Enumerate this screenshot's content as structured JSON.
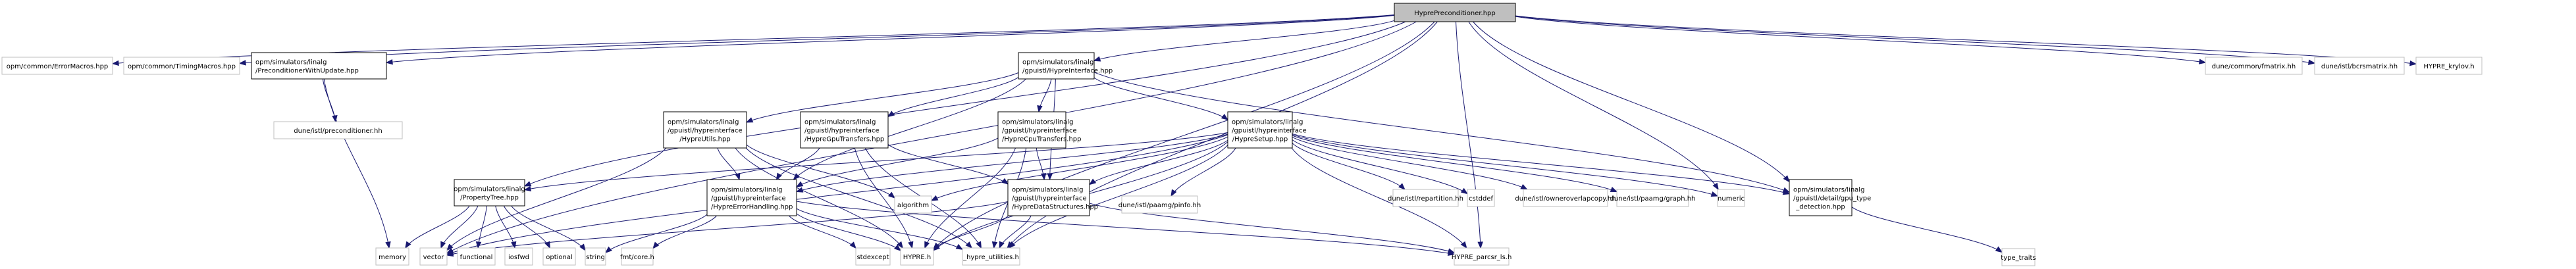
{
  "graph": {
    "title": "HyprePreconditioner.hpp",
    "colors": {
      "edge": "#191970",
      "root_fill": "#bfbfbf",
      "ext_border": "#bfbfbf",
      "int_border": "#000000"
    },
    "nodes": [
      {
        "id": "root",
        "kind": "root",
        "lines": [
          "HyprePreconditioner.hpp"
        ]
      },
      {
        "id": "errmacros",
        "kind": "ext",
        "lines": [
          "opm/common/ErrorMacros.hpp"
        ]
      },
      {
        "id": "timingmacros",
        "kind": "ext",
        "lines": [
          "opm/common/TimingMacros.hpp"
        ]
      },
      {
        "id": "precwithupdate",
        "kind": "int",
        "lines": [
          "opm/simulators/linalg",
          "/PreconditionerWithUpdate.hpp"
        ]
      },
      {
        "id": "preconditioner",
        "kind": "ext",
        "lines": [
          "dune/istl/preconditioner.hh"
        ]
      },
      {
        "id": "hypreinterface",
        "kind": "int",
        "lines": [
          "opm/simulators/linalg",
          "/gpuistl/HypreInterface.hpp"
        ]
      },
      {
        "id": "hypreutils",
        "kind": "int",
        "lines": [
          "opm/simulators/linalg",
          "/gpuistl/hypreinterface",
          "/HypreUtils.hpp"
        ]
      },
      {
        "id": "hypregpu",
        "kind": "int",
        "lines": [
          "opm/simulators/linalg",
          "/gpuistl/hypreinterface",
          "/HypreGpuTransfers.hpp"
        ]
      },
      {
        "id": "hyprecpu",
        "kind": "int",
        "lines": [
          "opm/simulators/linalg",
          "/gpuistl/hypreinterface",
          "/HypreCpuTransfers.hpp"
        ]
      },
      {
        "id": "hypresetup",
        "kind": "int",
        "lines": [
          "opm/simulators/linalg",
          "/gpuistl/hypreinterface",
          "/HypreSetup.hpp"
        ]
      },
      {
        "id": "propertytree",
        "kind": "int",
        "lines": [
          "opm/simulators/linalg",
          "/PropertyTree.hpp"
        ]
      },
      {
        "id": "hypreerror",
        "kind": "int",
        "lines": [
          "opm/simulators/linalg",
          "/gpuistl/hypreinterface",
          "/HypreErrorHandling.hpp"
        ]
      },
      {
        "id": "algorithm",
        "kind": "ext",
        "lines": [
          "algorithm"
        ]
      },
      {
        "id": "hypredata",
        "kind": "int",
        "lines": [
          "opm/simulators/linalg",
          "/gpuistl/hypreinterface",
          "/HypreDataStructures.hpp"
        ]
      },
      {
        "id": "pinfo",
        "kind": "ext",
        "lines": [
          "dune/istl/paamg/pinfo.hh"
        ]
      },
      {
        "id": "repartition",
        "kind": "ext",
        "lines": [
          "dune/istl/repartition.hh"
        ]
      },
      {
        "id": "cstddef",
        "kind": "ext",
        "lines": [
          "cstddef"
        ]
      },
      {
        "id": "owneroverlap",
        "kind": "ext",
        "lines": [
          "dune/istl/owneroverlapcopy.hh"
        ]
      },
      {
        "id": "graph",
        "kind": "ext",
        "lines": [
          "dune/istl/paamg/graph.hh"
        ]
      },
      {
        "id": "numeric",
        "kind": "ext",
        "lines": [
          "numeric"
        ]
      },
      {
        "id": "gputype",
        "kind": "int",
        "lines": [
          "opm/simulators/linalg",
          "/gpuistl/detail/gpu_type",
          "_detection.hpp"
        ]
      },
      {
        "id": "typetraits",
        "kind": "ext",
        "lines": [
          "type_traits"
        ]
      },
      {
        "id": "fmatrix",
        "kind": "ext",
        "lines": [
          "dune/common/fmatrix.hh"
        ]
      },
      {
        "id": "bcrsmatrix",
        "kind": "ext",
        "lines": [
          "dune/istl/bcrsmatrix.hh"
        ]
      },
      {
        "id": "krylov",
        "kind": "ext",
        "lines": [
          "HYPRE_krylov.h"
        ]
      },
      {
        "id": "memory",
        "kind": "ext",
        "lines": [
          "memory"
        ]
      },
      {
        "id": "vector",
        "kind": "ext",
        "lines": [
          "vector"
        ]
      },
      {
        "id": "functional",
        "kind": "ext",
        "lines": [
          "functional"
        ]
      },
      {
        "id": "iosfwd",
        "kind": "ext",
        "lines": [
          "iosfwd"
        ]
      },
      {
        "id": "optional",
        "kind": "ext",
        "lines": [
          "optional"
        ]
      },
      {
        "id": "string",
        "kind": "ext",
        "lines": [
          "string"
        ]
      },
      {
        "id": "fmtcore",
        "kind": "ext",
        "lines": [
          "fmt/core.h"
        ]
      },
      {
        "id": "stdexcept",
        "kind": "ext",
        "lines": [
          "stdexcept"
        ]
      },
      {
        "id": "hypreh",
        "kind": "ext",
        "lines": [
          "HYPRE.h"
        ]
      },
      {
        "id": "hypreutilh",
        "kind": "ext",
        "lines": [
          "_hypre_utilities.h"
        ]
      },
      {
        "id": "parcsr",
        "kind": "ext",
        "lines": [
          "HYPRE_parcsr_ls.h"
        ]
      }
    ],
    "edges": [
      [
        "root",
        "errmacros"
      ],
      [
        "root",
        "timingmacros"
      ],
      [
        "root",
        "precwithupdate"
      ],
      [
        "root",
        "hypreinterface"
      ],
      [
        "root",
        "propertytree"
      ],
      [
        "root",
        "vector"
      ],
      [
        "root",
        "hypreh"
      ],
      [
        "root",
        "numeric"
      ],
      [
        "root",
        "gputype"
      ],
      [
        "root",
        "fmatrix"
      ],
      [
        "root",
        "bcrsmatrix"
      ],
      [
        "root",
        "krylov"
      ],
      [
        "root",
        "hypreutilh"
      ],
      [
        "root",
        "parcsr"
      ],
      [
        "precwithupdate",
        "preconditioner"
      ],
      [
        "precwithupdate",
        "memory"
      ],
      [
        "hypreinterface",
        "hypreutils"
      ],
      [
        "hypreinterface",
        "hypregpu"
      ],
      [
        "hypreinterface",
        "hyprecpu"
      ],
      [
        "hypreinterface",
        "hypresetup"
      ],
      [
        "hypreinterface",
        "hypreerror"
      ],
      [
        "hypreinterface",
        "hypredata"
      ],
      [
        "hypreinterface",
        "gputype"
      ],
      [
        "hypreutils",
        "hypreerror"
      ],
      [
        "hypreutils",
        "algorithm"
      ],
      [
        "hypreutils",
        "vector"
      ],
      [
        "hypreutils",
        "hypreh"
      ],
      [
        "hypreutils",
        "hypreutilh"
      ],
      [
        "hypregpu",
        "hypreerror"
      ],
      [
        "hypregpu",
        "hypredata"
      ],
      [
        "hypregpu",
        "hypreh"
      ],
      [
        "hypregpu",
        "hypreutilh"
      ],
      [
        "hyprecpu",
        "hypreerror"
      ],
      [
        "hyprecpu",
        "hypredata"
      ],
      [
        "hyprecpu",
        "hypreh"
      ],
      [
        "hyprecpu",
        "hypreutilh"
      ],
      [
        "hypresetup",
        "propertytree"
      ],
      [
        "hypresetup",
        "hypreerror"
      ],
      [
        "hypresetup",
        "hypredata"
      ],
      [
        "hypresetup",
        "algorithm"
      ],
      [
        "hypresetup",
        "pinfo"
      ],
      [
        "hypresetup",
        "repartition"
      ],
      [
        "hypresetup",
        "cstddef"
      ],
      [
        "hypresetup",
        "owneroverlap"
      ],
      [
        "hypresetup",
        "graph"
      ],
      [
        "hypresetup",
        "numeric"
      ],
      [
        "hypresetup",
        "gputype"
      ],
      [
        "hypresetup",
        "hypreh"
      ],
      [
        "hypresetup",
        "hypreutilh"
      ],
      [
        "hypresetup",
        "parcsr"
      ],
      [
        "hypresetup",
        "vector"
      ],
      [
        "propertytree",
        "memory"
      ],
      [
        "propertytree",
        "vector"
      ],
      [
        "propertytree",
        "functional"
      ],
      [
        "propertytree",
        "iosfwd"
      ],
      [
        "propertytree",
        "optional"
      ],
      [
        "propertytree",
        "string"
      ],
      [
        "hypreerror",
        "string"
      ],
      [
        "hypreerror",
        "fmtcore"
      ],
      [
        "hypreerror",
        "stdexcept"
      ],
      [
        "hypreerror",
        "hypreh"
      ],
      [
        "hypreerror",
        "hypreutilh"
      ],
      [
        "hypreerror",
        "parcsr"
      ],
      [
        "hypredata",
        "hypreh"
      ],
      [
        "hypredata",
        "hypreutilh"
      ],
      [
        "hypredata",
        "parcsr"
      ],
      [
        "hypredata",
        "vector"
      ],
      [
        "gputype",
        "typetraits"
      ]
    ]
  }
}
